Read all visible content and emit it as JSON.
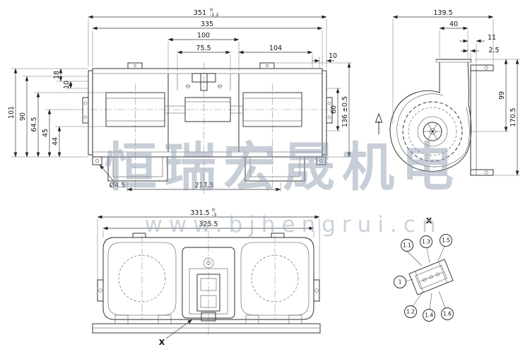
{
  "watermark": {
    "cn": "恒瑞宏晟机电",
    "url": "www.bjhengrui.cn"
  },
  "front_view": {
    "d_total": "351",
    "d_total_tol_up": "0",
    "d_total_tol_dn": "-1.2",
    "d335": "335",
    "d100": "100",
    "d75_5": "75.5",
    "d104": "104",
    "d10_right": "10",
    "d18": "18",
    "d10_left": "10",
    "d101": "101",
    "d90": "90",
    "d64_5": "64.5",
    "d45": "45",
    "d44": "44",
    "d60": "60",
    "d136": "136 ±0.5",
    "d_hole": "Ø4.5",
    "d217_5": "217.5"
  },
  "side_view": {
    "d139_5": "139.5",
    "d40": "40",
    "d11": "11",
    "d2_5": "2.5",
    "d99": "99",
    "d170_5": "170.5"
  },
  "bottom_view": {
    "d331_5": "331.5",
    "d331_5_tol_up": "0",
    "d331_5_tol_dn": "-3",
    "d325_5": "325.5",
    "x_label": "X"
  },
  "detail_view": {
    "title": "X",
    "balloon_center": "1",
    "pins_top": [
      "1.1",
      "1.3",
      "1.5"
    ],
    "pins_bottom": [
      "1.2",
      "1.4",
      "1.6"
    ]
  }
}
